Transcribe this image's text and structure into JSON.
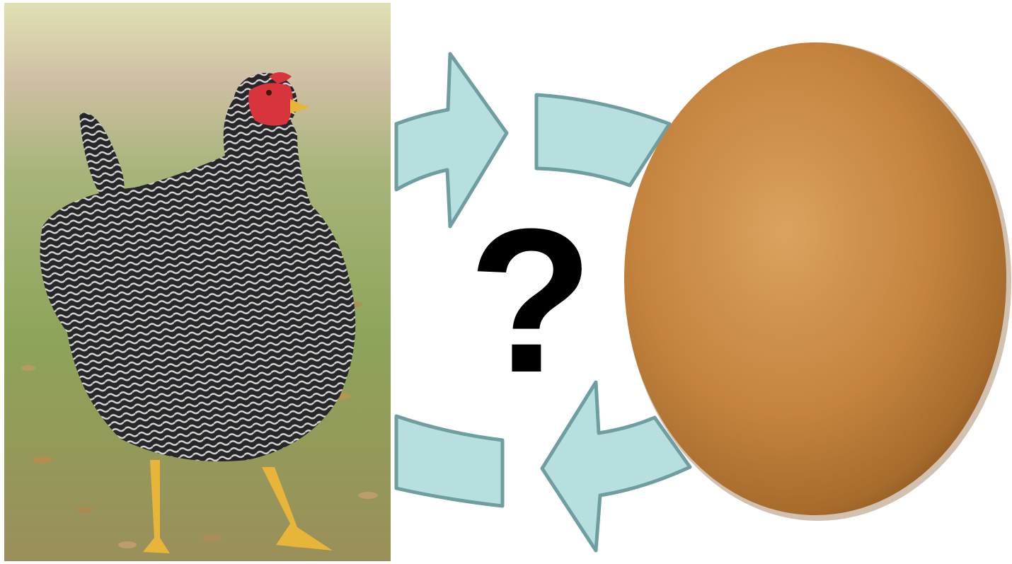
{
  "center_symbol": "?",
  "colors": {
    "arrow_fill": "#b7dfe0",
    "arrow_stroke": "#6f9ea1",
    "egg_base": "#c7873f",
    "egg_highlight": "#dfa460",
    "egg_shadow": "#8a5520",
    "chicken_feather_dark": "#2b2b2e",
    "chicken_feather_light": "#c9c9c9",
    "comb": "#d7343b",
    "beak_legs": "#e6b53a",
    "grass": "#8ea45a",
    "background": "#ffffff"
  },
  "icons": [
    "chicken-photo",
    "egg-photo",
    "cycle-arrow-top",
    "cycle-arrow-bottom"
  ]
}
